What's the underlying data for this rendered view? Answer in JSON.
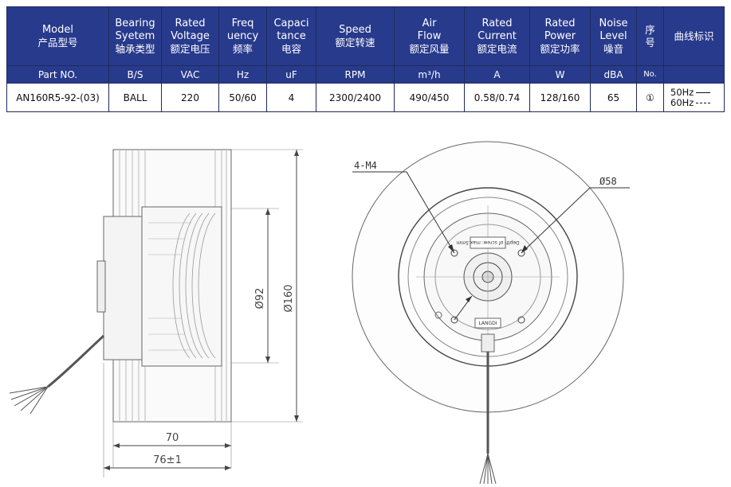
{
  "table": {
    "headers": [
      {
        "en": "Model",
        "cn": "产品型号"
      },
      {
        "en": "Bearing\nSyetem",
        "cn": "轴承类型"
      },
      {
        "en": "Rated\nVoltage",
        "cn": "额定电压"
      },
      {
        "en": "Freq\nuency",
        "cn": "频率"
      },
      {
        "en": "Capaci\ntance",
        "cn": "电容"
      },
      {
        "en": "Speed",
        "cn": "额定转速"
      },
      {
        "en": "Air\nFlow",
        "cn": "额定风量"
      },
      {
        "en": "Rated\nCurrent",
        "cn": "额定电流"
      },
      {
        "en": "Rated\nPower",
        "cn": "额定功率"
      },
      {
        "en": "Noise\nLevel",
        "cn": "噪音"
      },
      {
        "en": "",
        "cn": "序\n号"
      },
      {
        "en": "",
        "cn": "曲线标识"
      }
    ],
    "units": [
      "Part NO.",
      "B/S",
      "VAC",
      "Hz",
      "uF",
      "RPM",
      "m³/h",
      "A",
      "W",
      "dBA",
      "No.",
      ""
    ],
    "row": [
      "AN160R5-92-(03)",
      "BALL",
      "220",
      "50/60",
      "4",
      "2300/2400",
      "490/450",
      "0.58/0.74",
      "128/160",
      "65",
      "①"
    ],
    "curve": {
      "hz50": "50Hz",
      "hz60": "60Hz"
    }
  },
  "drawing": {
    "dim_92": "Ø92",
    "dim_160": "Ø160",
    "dim_70": "70",
    "dim_76": "76±1",
    "label_screw": "4-M4",
    "label_58": "Ø58",
    "plate_text": "Depth of screw: max.5mm",
    "brand_text": "LANGDI"
  },
  "colors": {
    "header_bg": "#283a8c",
    "header_text": "#ffffff"
  }
}
